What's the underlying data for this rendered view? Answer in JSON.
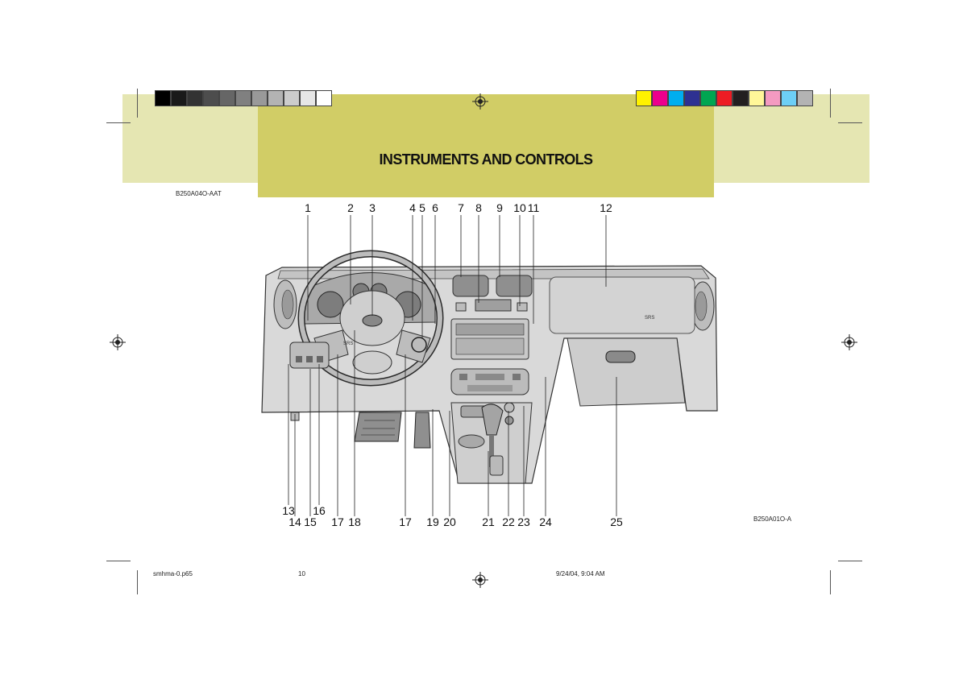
{
  "page": {
    "title": "INSTRUMENTS AND CONTROLS",
    "figure_code_top": "B250A04O-AAT",
    "figure_code_bottom": "B250A01O-A"
  },
  "footer": {
    "file": "smhma-0.p65",
    "page_number": "10",
    "timestamp": "9/24/04, 9:04 AM"
  },
  "callouts": {
    "top": [
      "1",
      "2",
      "3",
      "4",
      "5",
      "6",
      "7",
      "8",
      "9",
      "10",
      "11",
      "12"
    ],
    "bottom_upper": [
      "13",
      "16"
    ],
    "bottom_lower": [
      "14",
      "15",
      "17",
      "18",
      "17",
      "19",
      "20",
      "21",
      "22",
      "23",
      "24",
      "25"
    ]
  },
  "dashboard_labels": {
    "airbag_left": "SRS",
    "airbag_right": "SRS"
  },
  "colors": {
    "band_side": "#e5e6b2",
    "band_center": "#d1cd66",
    "grayscale_bar": [
      "#000000",
      "#1a1a1a",
      "#333333",
      "#4d4d4d",
      "#666666",
      "#808080",
      "#999999",
      "#b3b3b3",
      "#cccccc",
      "#e6e6e6",
      "#ffffff"
    ],
    "color_bar": [
      "#fff200",
      "#ec008c",
      "#00aeef",
      "#2e3192",
      "#00a651",
      "#ed1c24",
      "#231f20",
      "#fff799",
      "#f49ac1",
      "#6dcff6",
      "#b3b3b3"
    ]
  }
}
